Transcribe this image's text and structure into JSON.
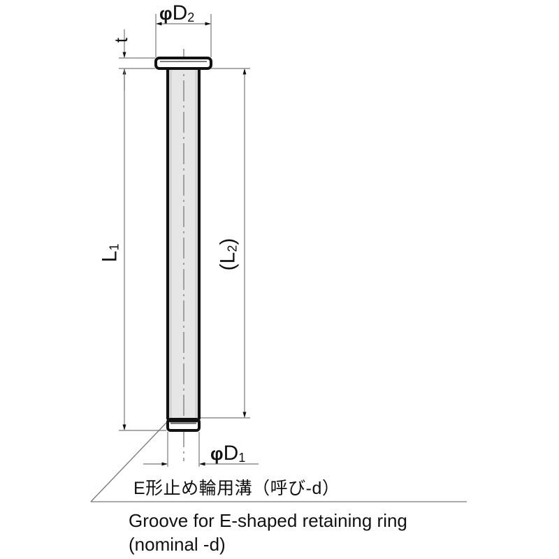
{
  "diagram": {
    "title": "Pin with head and E-ring groove dimension drawing",
    "colors": {
      "line": "#111111",
      "dim_line": "#777777",
      "shaft_fill": "#d4d4d4",
      "background": "#ffffff"
    },
    "dimensions": {
      "head_diameter": {
        "symbol": "φ",
        "letter": "D",
        "sub": "2"
      },
      "head_thickness": {
        "label": "t"
      },
      "overall_length": {
        "letter": "L",
        "sub": "1"
      },
      "shaft_length": {
        "open": "(",
        "letter": "L",
        "sub": "2",
        "close": ")"
      },
      "shaft_diameter": {
        "symbol": "φ",
        "letter": "D",
        "sub": "1"
      }
    },
    "callout": {
      "japanese": "E形止め輪用溝（呼び-d）",
      "english_line1": "Groove for E-shaped retaining ring",
      "english_line2": "(nominal -d)"
    }
  }
}
